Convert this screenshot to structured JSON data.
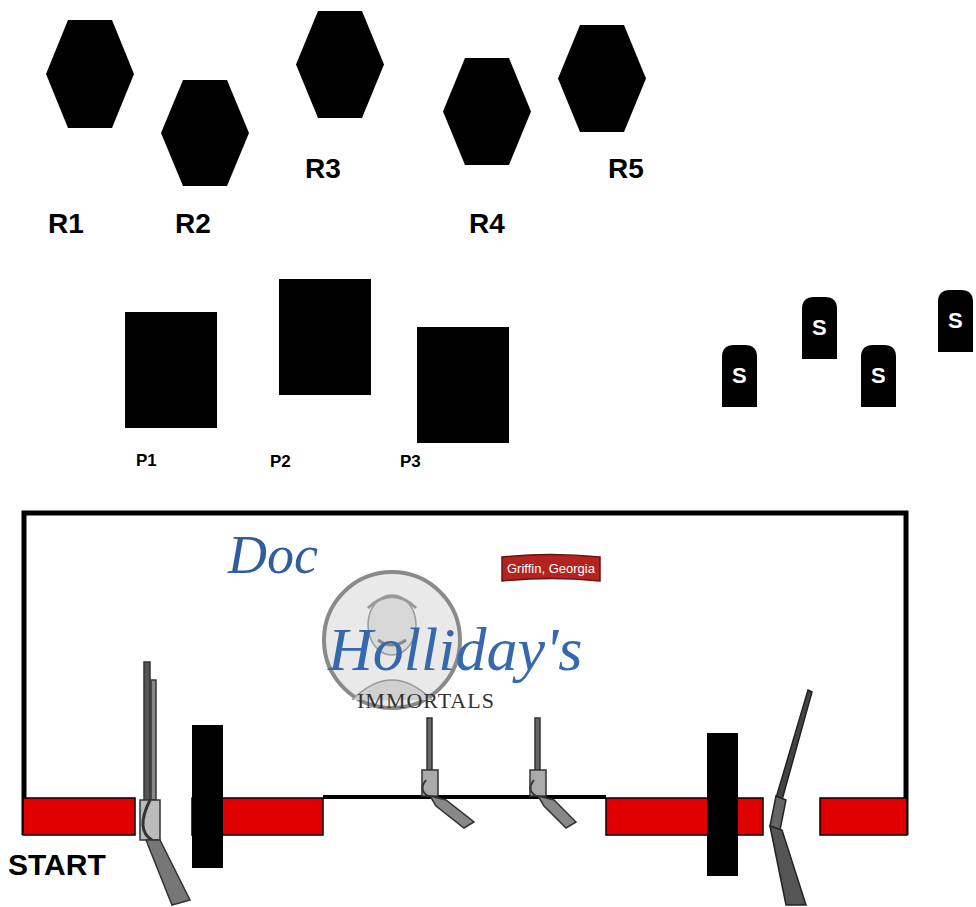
{
  "diagram": {
    "nodes": [
      {
        "text": [
          "R1"
        ]
      },
      {
        "text": [
          "R2"
        ]
      },
      {
        "text": [
          "R3"
        ]
      },
      {
        "text": [
          "R4"
        ]
      },
      {
        "text": [
          "R5"
        ]
      },
      {
        "text": [
          "P1"
        ]
      },
      {
        "text": [
          "P2"
        ]
      },
      {
        "text": [
          "P3"
        ]
      },
      {
        "text": [
          "S"
        ]
      },
      {
        "text": [
          "S"
        ]
      },
      {
        "text": [
          "S"
        ]
      },
      {
        "text": [
          "S"
        ]
      },
      {
        "text": [
          "Griffin, Georgia"
        ]
      }
    ],
    "labels": [
      "START",
      "Doc",
      "Holliday's",
      "IMMORTALS"
    ]
  }
}
